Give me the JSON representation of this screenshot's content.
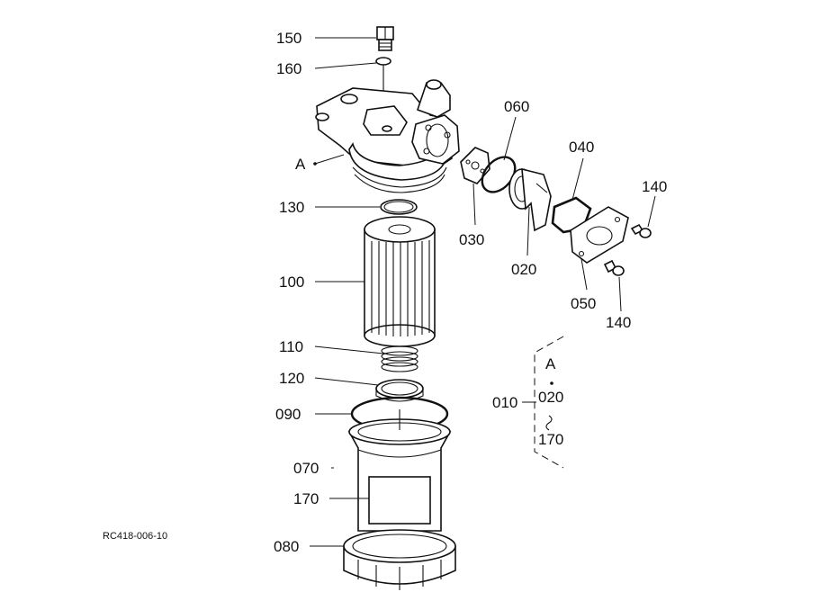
{
  "labels": {
    "p150": "150",
    "p160": "160",
    "pA": "A",
    "p130": "130",
    "p100": "100",
    "p110": "110",
    "p120": "120",
    "p090": "090",
    "p070": "070",
    "p170": "170",
    "p080": "080",
    "p060": "060",
    "p040": "040",
    "p140a": "140",
    "p030": "030",
    "p020": "020",
    "p050": "050",
    "p140b": "140",
    "p010": "010"
  },
  "group_note": {
    "line1": "A",
    "line2": "020",
    "line3": "170"
  },
  "drawing_code": "RC418-006-10",
  "colors": {
    "ink": "#111111",
    "paper": "#ffffff"
  }
}
